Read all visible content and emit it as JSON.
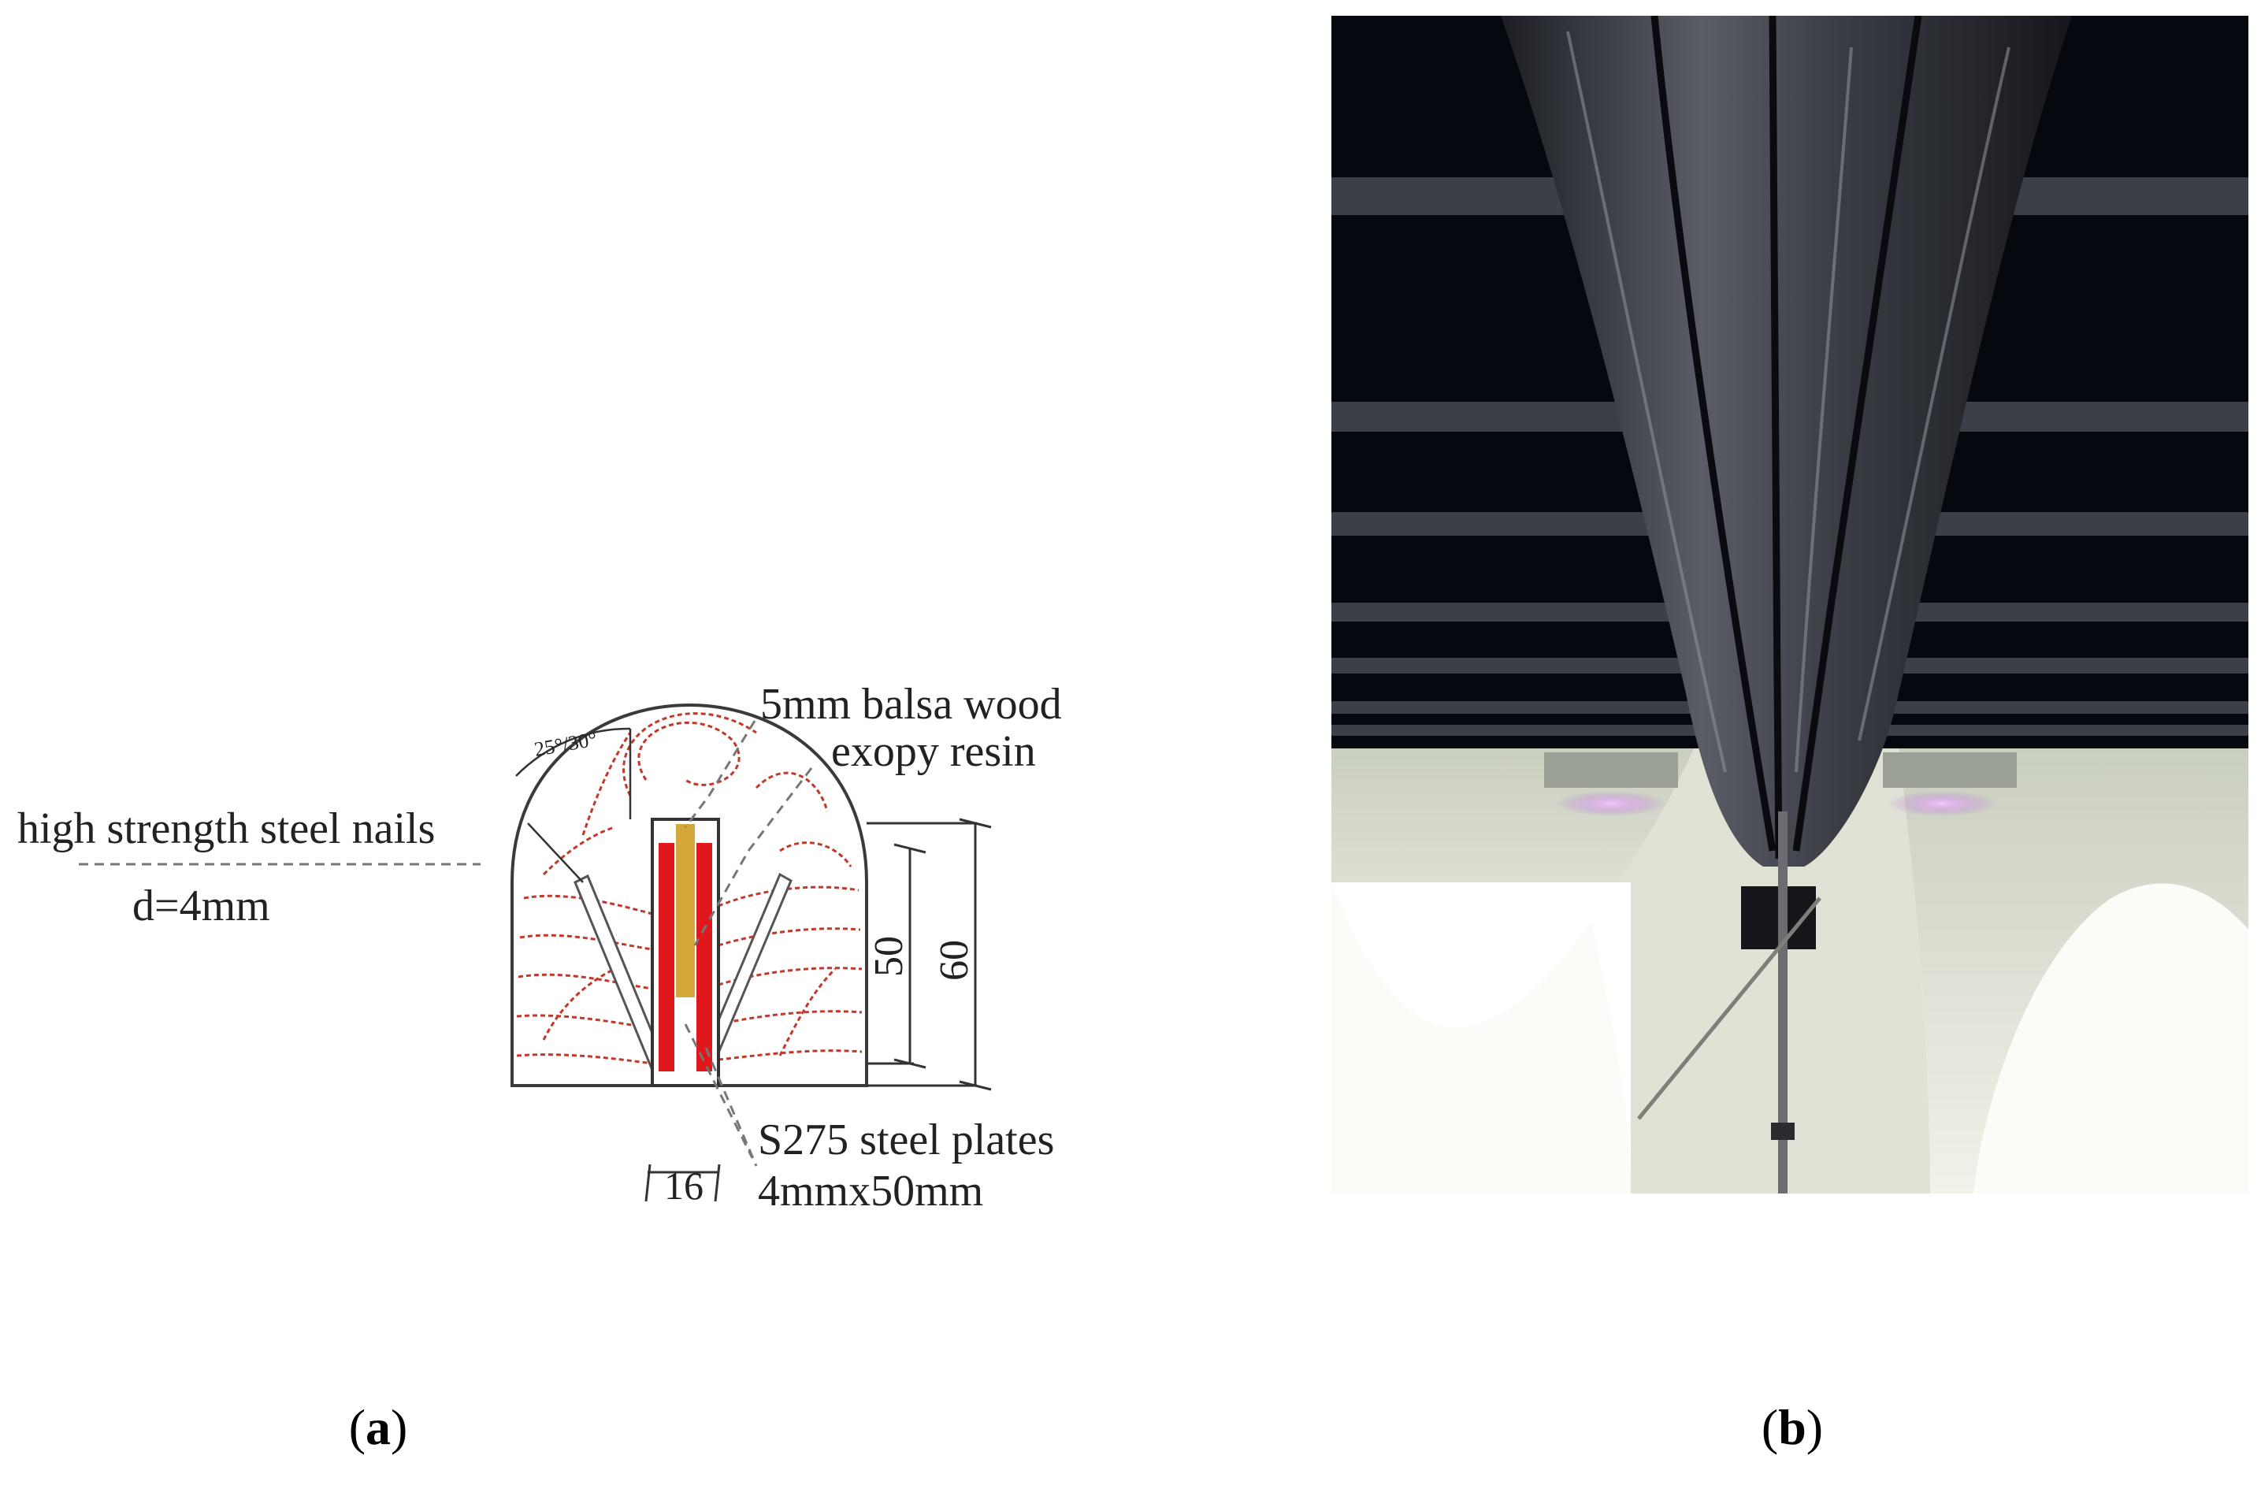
{
  "panel_a": {
    "angle_label": "25°/30°",
    "label_balsa": "5mm balsa wood",
    "label_resin": "exopy resin",
    "label_nails": "high strength steel nails",
    "label_nail_diameter": "d=4mm",
    "dim_50": "50",
    "dim_60": "60",
    "dim_16": "16",
    "label_plates": "S275 steel plates",
    "label_plate_size": "4mmx50mm",
    "colors": {
      "steel_plate": "#e0181b",
      "balsa": "#d4a73a",
      "grain": "#c0392b"
    }
  },
  "panel_b": {
    "colors": {
      "background": "#05080f",
      "beam": "#2e3038",
      "arch": "#dfe3d6"
    }
  },
  "captions": {
    "a_open": "(",
    "a_letter": "a",
    "a_close": ")",
    "b_open": "(",
    "b_letter": "b",
    "b_close": ")"
  }
}
